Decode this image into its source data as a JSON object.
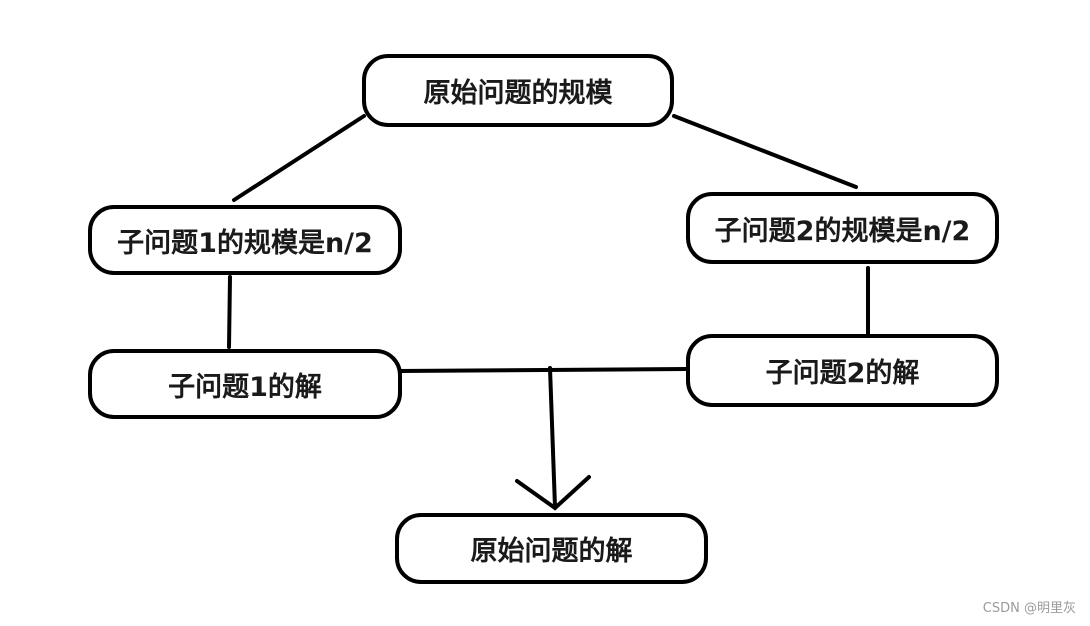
{
  "nodes": {
    "root": "原始问题的规模",
    "sub1": "子问题1的规模是n/2",
    "sub2": "子问题2的规模是n/2",
    "sol1": "子问题1的解",
    "sol2": "子问题2的解",
    "final": "原始问题的解"
  },
  "watermark": "CSDN @明里灰",
  "colors": {
    "stroke": "#000000",
    "text": "#1a1a1a",
    "watermark": "#9a9a9a"
  }
}
